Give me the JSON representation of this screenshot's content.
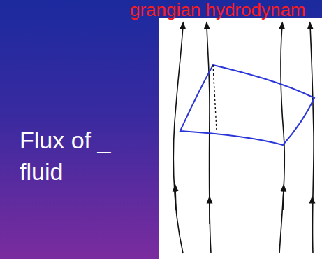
{
  "diagram": {
    "title": "grangian hydrodynam",
    "labels": [
      "Flux of _",
      "fluid"
    ]
  }
}
